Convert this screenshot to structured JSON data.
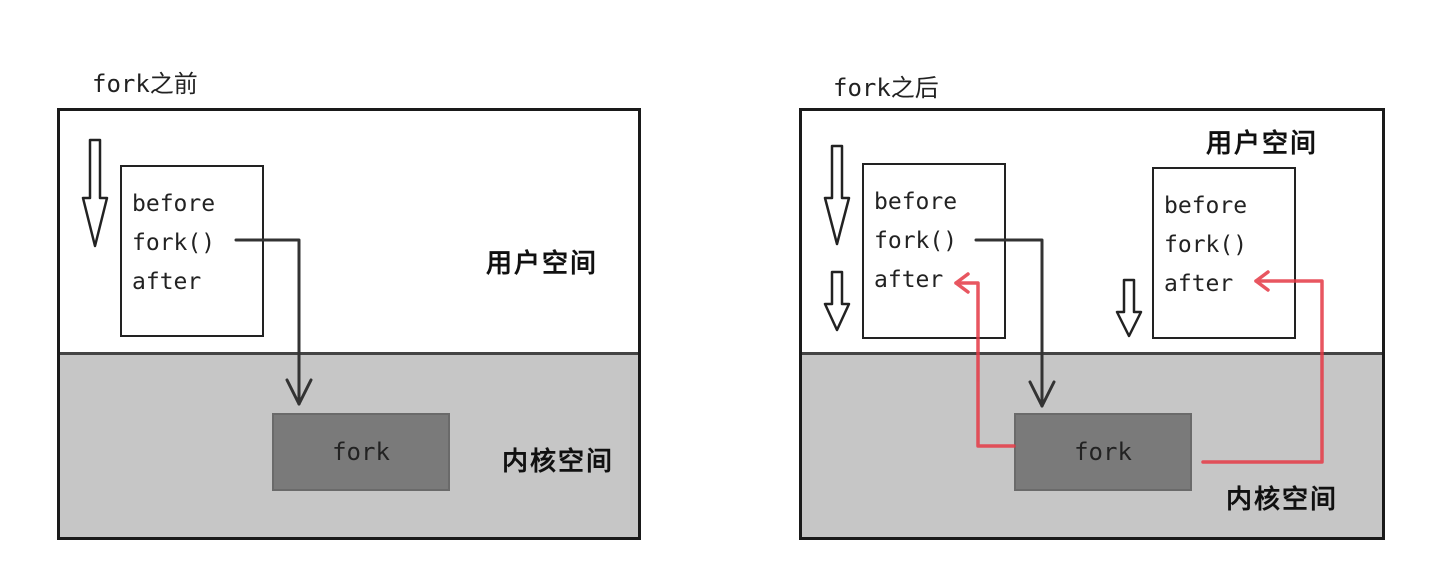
{
  "left": {
    "title": "fork之前",
    "user_space_label": "用户空间",
    "kernel_space_label": "内核空间",
    "code_lines": [
      "before",
      "fork()",
      "after"
    ],
    "kernel_box_label": "fork"
  },
  "right": {
    "title": "fork之后",
    "user_space_label": "用户空间",
    "kernel_space_label": "内核空间",
    "parent_code_lines": [
      "before",
      "fork()",
      "after"
    ],
    "child_code_lines": [
      "before",
      "fork()",
      "after"
    ],
    "kernel_box_label": "fork"
  },
  "colors": {
    "return_arrow": "#e53945",
    "kernel_band": "#c6c6c6",
    "kernel_box": "#7a7a7a"
  }
}
